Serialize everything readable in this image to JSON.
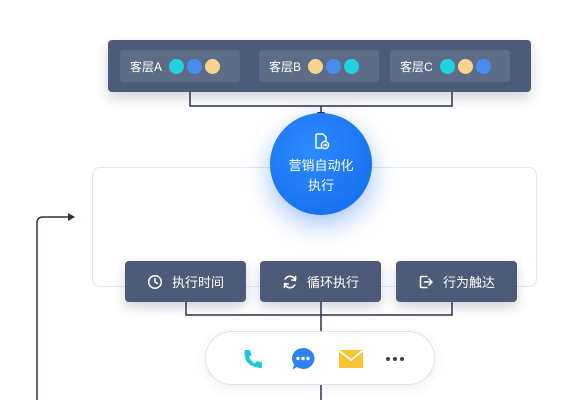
{
  "segments": [
    {
      "label": "客层A",
      "dots": [
        "#1ed3e0",
        "#4a8cf2",
        "#f7d48c"
      ]
    },
    {
      "label": "客层B",
      "dots": [
        "#f7d48c",
        "#4a8cf2",
        "#1ed3e0"
      ]
    },
    {
      "label": "客层C",
      "dots": [
        "#1ed3e0",
        "#f7d48c",
        "#4a8cf2"
      ]
    }
  ],
  "hub": {
    "line1": "营销自动化",
    "line2": "执行",
    "icon": "document-arrow-icon"
  },
  "actions": [
    {
      "label": "执行时间",
      "icon": "clock-icon"
    },
    {
      "label": "循环执行",
      "icon": "refresh-icon"
    },
    {
      "label": "行为触达",
      "icon": "exit-arrow-icon"
    }
  ],
  "channels": [
    "phone-icon",
    "chat-bubble-icon",
    "mail-icon",
    "more-icon"
  ],
  "colors": {
    "dark_box": "#4b5b78",
    "inner_box": "#5d6d88",
    "hub_blue": "#1169ea",
    "line": "#2a3346",
    "teal": "#1ed3e0",
    "blue": "#4a8cf2",
    "yellow": "#f7d48c"
  }
}
